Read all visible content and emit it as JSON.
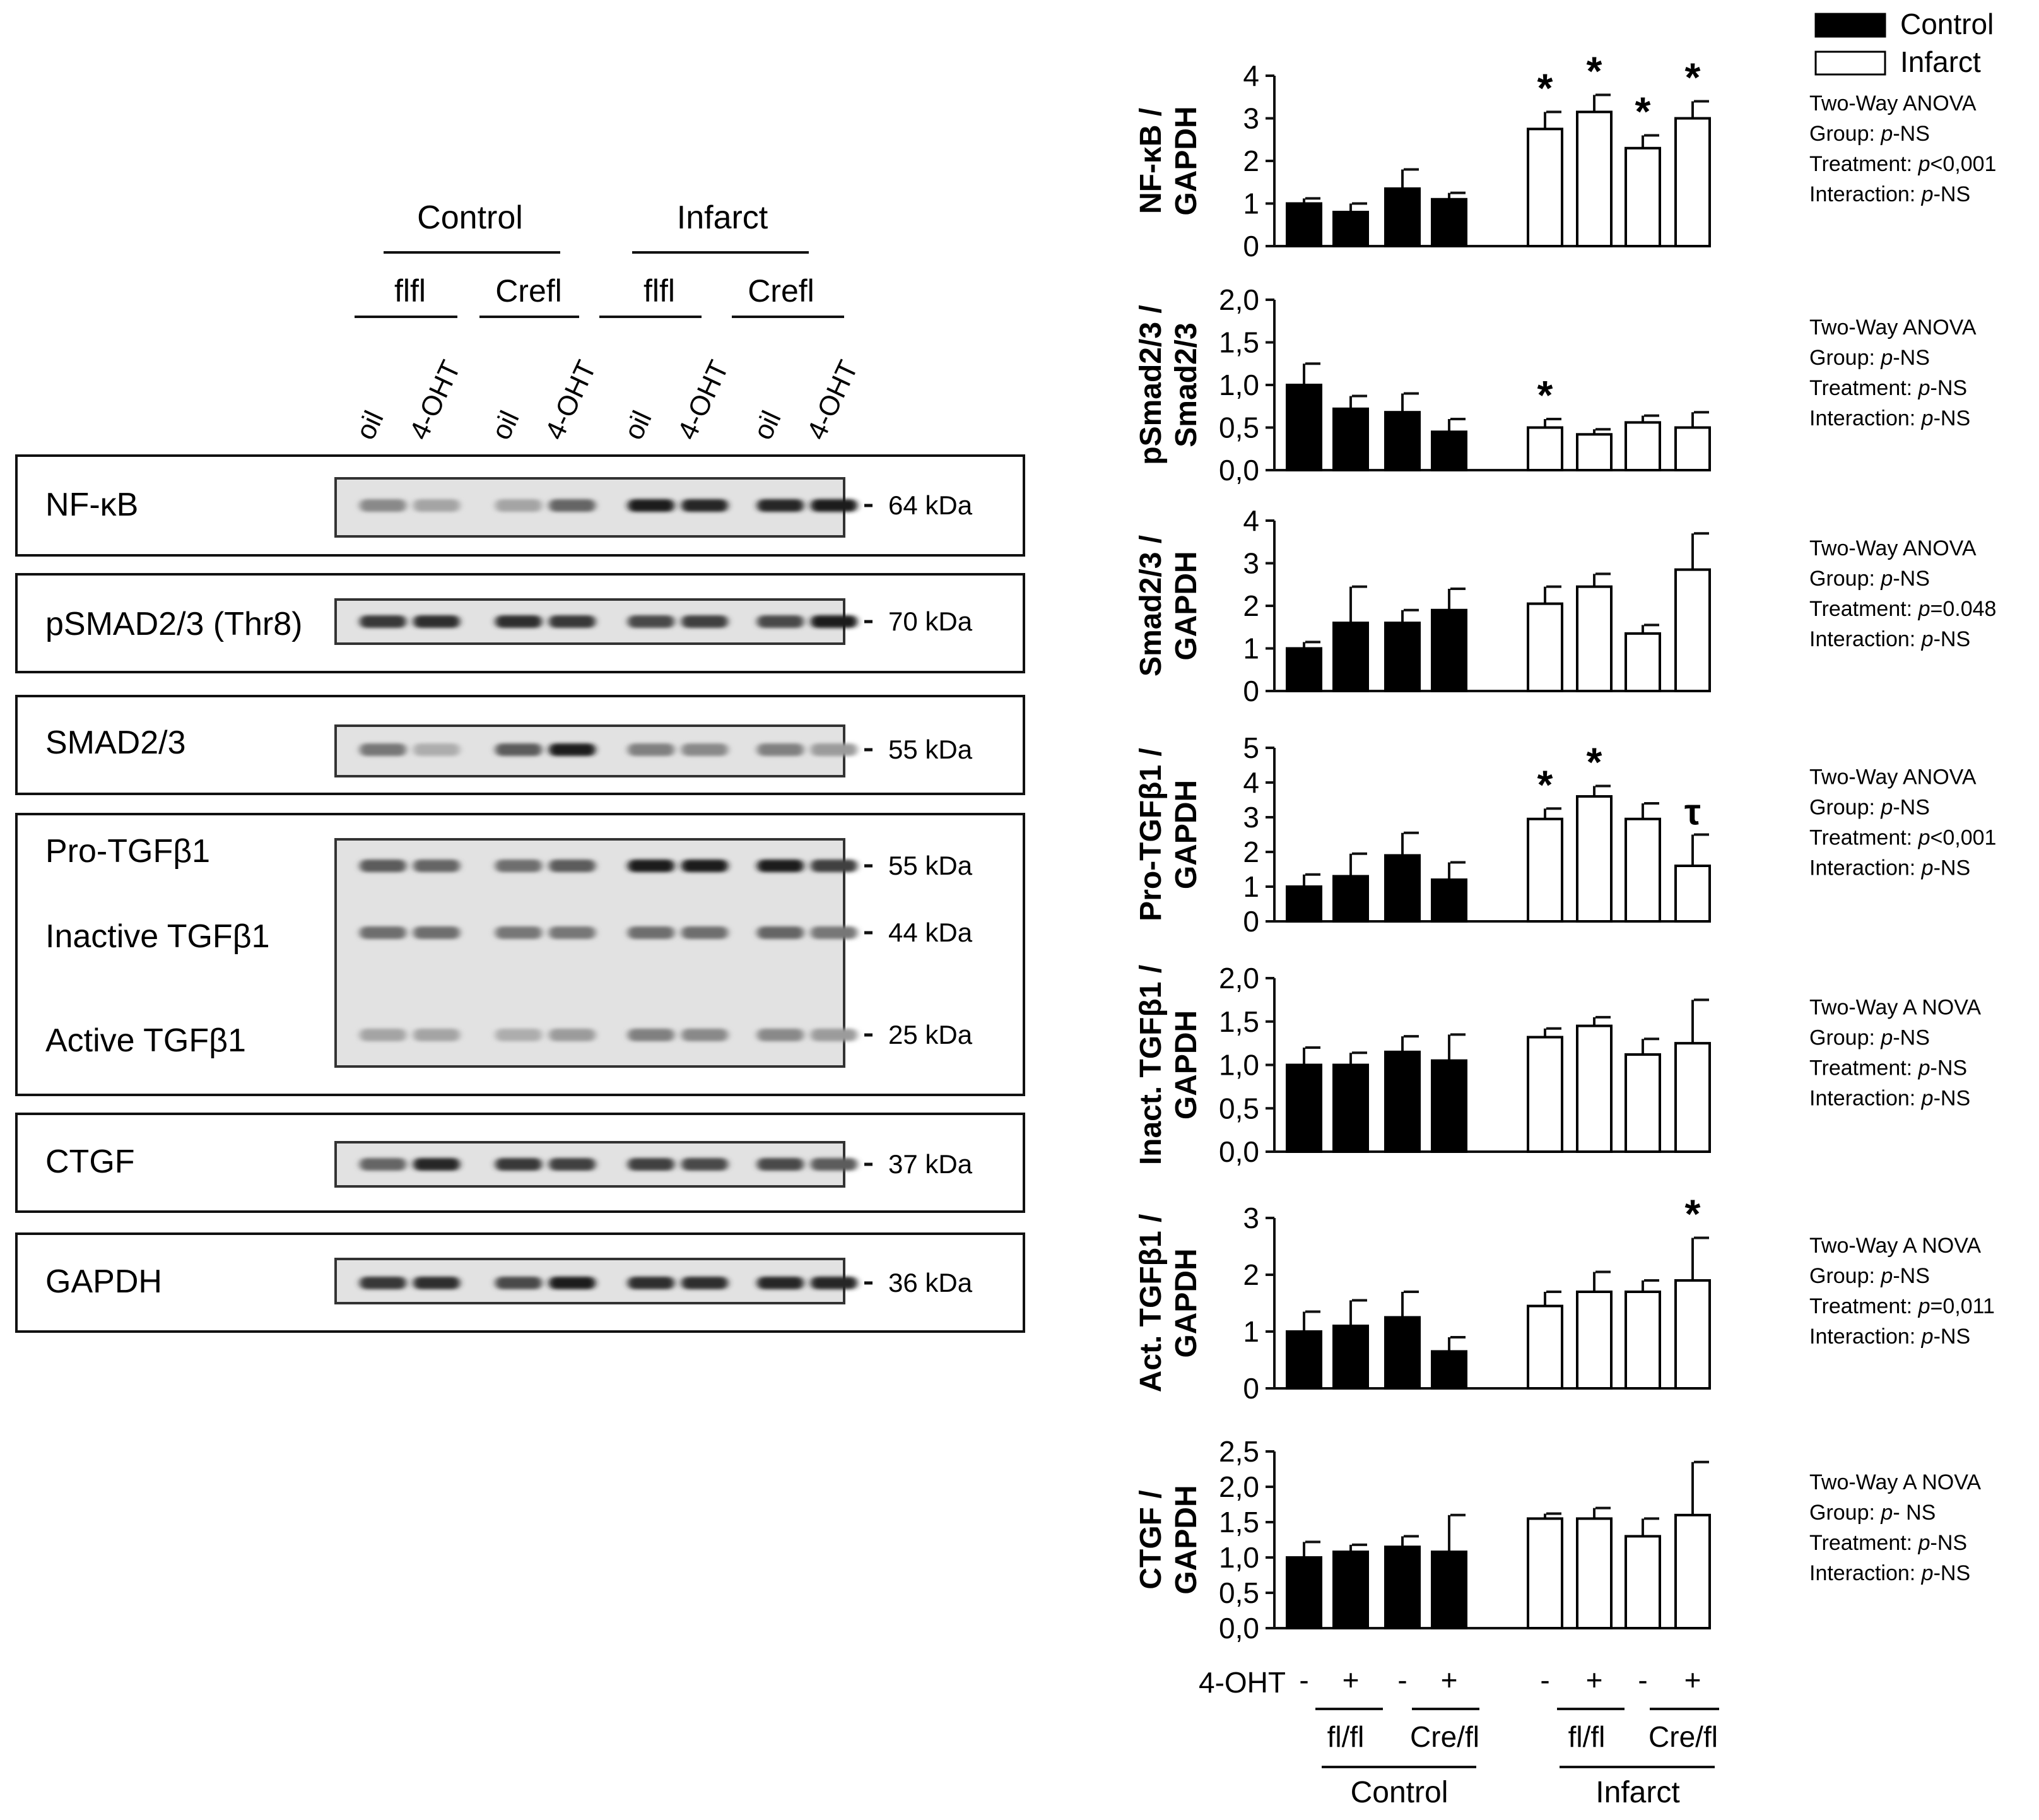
{
  "blot": {
    "groups": [
      {
        "label": "Control",
        "subgroups": [
          "flfl",
          "Crefl"
        ]
      },
      {
        "label": "Infarct",
        "subgroups": [
          "flfl",
          "Crefl"
        ]
      }
    ],
    "lane_labels": [
      "oil",
      "4-OHT",
      "oil",
      "4-OHT",
      "oil",
      "4-OHT",
      "oil",
      "4-OHT"
    ],
    "panels": [
      {
        "rows": [
          {
            "label": "NF-κB",
            "kda": "64 kDa",
            "intensity": [
              0.35,
              0.2,
              0.2,
              0.55,
              0.95,
              0.9,
              0.9,
              0.95
            ]
          }
        ]
      },
      {
        "rows": [
          {
            "label": "pSMAD2/3 (Thr8)",
            "kda": "70 kDa",
            "intensity": [
              0.8,
              0.85,
              0.85,
              0.8,
              0.7,
              0.75,
              0.7,
              0.95
            ]
          }
        ]
      },
      {
        "rows": [
          {
            "label": "SMAD2/3",
            "kda": "55 kDa",
            "intensity": [
              0.45,
              0.15,
              0.6,
              0.95,
              0.4,
              0.35,
              0.4,
              0.25
            ]
          }
        ]
      },
      {
        "rows": [
          {
            "label": "Pro-TGFβ1",
            "kda": "55 kDa",
            "intensity": [
              0.6,
              0.55,
              0.5,
              0.6,
              0.95,
              0.95,
              0.95,
              0.75
            ]
          },
          {
            "label": "Inactive TGFβ1",
            "kda": "44 kDa",
            "intensity": [
              0.5,
              0.5,
              0.45,
              0.45,
              0.5,
              0.5,
              0.55,
              0.45
            ]
          },
          {
            "label": "Active TGFβ1",
            "kda": "25 kDa",
            "intensity": [
              0.2,
              0.2,
              0.15,
              0.25,
              0.4,
              0.35,
              0.35,
              0.25
            ]
          }
        ]
      },
      {
        "rows": [
          {
            "label": "CTGF",
            "kda": "37 kDa",
            "intensity": [
              0.55,
              0.9,
              0.8,
              0.75,
              0.75,
              0.7,
              0.7,
              0.6
            ]
          }
        ]
      },
      {
        "rows": [
          {
            "label": "GAPDH",
            "kda": "36 kDa",
            "intensity": [
              0.8,
              0.85,
              0.7,
              0.95,
              0.85,
              0.85,
              0.9,
              0.9
            ]
          }
        ]
      }
    ]
  },
  "legend": {
    "control": "Control",
    "infarct": "Infarct"
  },
  "chart_data": [
    {
      "type": "bar",
      "ylabel": [
        "NF-κB /",
        "GAPDH"
      ],
      "ylim": [
        0,
        4
      ],
      "ticks": [
        "0",
        "1",
        "2",
        "3",
        "4"
      ],
      "values": [
        1.0,
        0.8,
        1.35,
        1.1,
        2.75,
        3.15,
        2.3,
        3.0
      ],
      "errors": [
        0.12,
        0.2,
        0.45,
        0.15,
        0.4,
        0.4,
        0.3,
        0.4
      ],
      "marks": [
        "",
        "",
        "",
        "",
        "*",
        "*",
        "*",
        "*"
      ],
      "stats": [
        "Two-Way ANOVA",
        "Group: p-NS",
        "Treatment: p<0,001",
        "Interaction: p-NS"
      ]
    },
    {
      "type": "bar",
      "ylabel": [
        "pSmad2/3 /",
        "Smad2/3"
      ],
      "ylim": [
        0,
        2.0
      ],
      "ticks": [
        "0,0",
        "0,5",
        "1,0",
        "1,5",
        "2,0"
      ],
      "values": [
        1.0,
        0.72,
        0.68,
        0.45,
        0.5,
        0.42,
        0.56,
        0.5
      ],
      "errors": [
        0.25,
        0.15,
        0.22,
        0.15,
        0.1,
        0.06,
        0.08,
        0.18
      ],
      "marks": [
        "",
        "",
        "",
        "",
        "*",
        "",
        "",
        ""
      ],
      "stats": [
        "Two-Way ANOVA",
        "Group: p-NS",
        "Treatment: p-NS",
        "Interaction: p-NS"
      ]
    },
    {
      "type": "bar",
      "ylabel": [
        "Smad2/3 /",
        "GAPDH"
      ],
      "ylim": [
        0,
        4
      ],
      "ticks": [
        "0",
        "1",
        "2",
        "3",
        "4"
      ],
      "values": [
        1.0,
        1.6,
        1.6,
        1.9,
        2.05,
        2.45,
        1.35,
        2.85
      ],
      "errors": [
        0.15,
        0.85,
        0.3,
        0.5,
        0.4,
        0.3,
        0.2,
        0.85
      ],
      "marks": [
        "",
        "",
        "",
        "",
        "",
        "",
        "",
        ""
      ],
      "stats": [
        "Two-Way ANOVA",
        "Group: p-NS",
        "Treatment: p=0.048",
        "Interaction: p-NS"
      ]
    },
    {
      "type": "bar",
      "ylabel": [
        "Pro-TGFβ1 /",
        "GAPDH"
      ],
      "ylim": [
        0,
        5
      ],
      "ticks": [
        "0",
        "1",
        "2",
        "3",
        "4",
        "5"
      ],
      "values": [
        1.0,
        1.3,
        1.9,
        1.2,
        2.95,
        3.6,
        2.95,
        1.6
      ],
      "errors": [
        0.35,
        0.65,
        0.65,
        0.5,
        0.3,
        0.3,
        0.45,
        0.9
      ],
      "marks": [
        "",
        "",
        "",
        "",
        "*",
        "*",
        "",
        "τ"
      ],
      "stats": [
        "Two-Way ANOVA",
        "Group: p-NS",
        "Treatment: p<0,001",
        "Interaction: p-NS"
      ]
    },
    {
      "type": "bar",
      "ylabel": [
        "Inact. TGFβ1 /",
        "GAPDH"
      ],
      "ylim": [
        0,
        2.0
      ],
      "ticks": [
        "0,0",
        "0,5",
        "1,0",
        "1,5",
        "2,0"
      ],
      "values": [
        1.0,
        1.0,
        1.15,
        1.05,
        1.32,
        1.45,
        1.12,
        1.25
      ],
      "errors": [
        0.2,
        0.14,
        0.18,
        0.3,
        0.1,
        0.1,
        0.18,
        0.5
      ],
      "marks": [
        "",
        "",
        "",
        "",
        "",
        "",
        "",
        ""
      ],
      "stats": [
        "Two-Way A NOVA",
        "Group: p-NS",
        "Treatment: p-NS",
        "Interaction: p-NS"
      ]
    },
    {
      "type": "bar",
      "ylabel": [
        "Act. TGFβ1 /",
        "GAPDH"
      ],
      "ylim": [
        0,
        3
      ],
      "ticks": [
        "0",
        "1",
        "2",
        "3"
      ],
      "values": [
        1.0,
        1.1,
        1.25,
        0.65,
        1.45,
        1.7,
        1.7,
        1.9
      ],
      "errors": [
        0.35,
        0.45,
        0.45,
        0.25,
        0.25,
        0.35,
        0.2,
        0.75
      ],
      "marks": [
        "",
        "",
        "",
        "",
        "",
        "",
        "",
        "*"
      ],
      "stats": [
        "Two-Way A NOVA",
        "Group: p-NS",
        "Treatment: p=0,011",
        "Interaction: p-NS"
      ]
    },
    {
      "type": "bar",
      "ylabel": [
        "CTGF /",
        "GAPDH"
      ],
      "ylim": [
        0,
        2.5
      ],
      "ticks": [
        "0,0",
        "0,5",
        "1,0",
        "1,5",
        "2,0",
        "2,5"
      ],
      "values": [
        1.0,
        1.08,
        1.15,
        1.08,
        1.55,
        1.55,
        1.3,
        1.6
      ],
      "errors": [
        0.22,
        0.1,
        0.15,
        0.52,
        0.07,
        0.15,
        0.25,
        0.75
      ],
      "marks": [
        "",
        "",
        "",
        "",
        "",
        "",
        "",
        ""
      ],
      "stats": [
        "Two-Way A NOVA",
        "Group: p- NS",
        "Treatment: p-NS",
        "Interaction: p-NS"
      ]
    }
  ],
  "xaxis": {
    "treatment_label": "4-OHT",
    "treatment_signs": [
      "-",
      "+",
      "-",
      "+",
      "-",
      "+",
      "-",
      "+"
    ],
    "genotypes": [
      "fl/fl",
      "Cre/fl",
      "fl/fl",
      "Cre/fl"
    ],
    "groups": [
      "Control",
      "Infarct"
    ]
  }
}
